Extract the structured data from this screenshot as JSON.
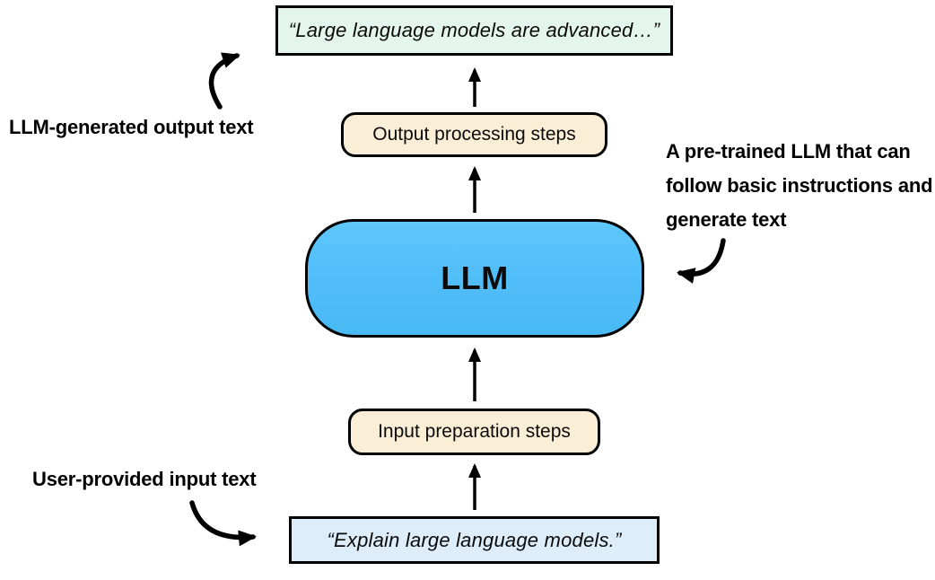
{
  "diagram": {
    "nodes": {
      "output_text": "“Large language models are advanced…”",
      "output_processing": "Output processing steps",
      "llm": "LLM",
      "input_preparation": "Input preparation steps",
      "input_text": "“Explain large language models.”"
    },
    "annotations": {
      "output_label": "LLM-generated output text",
      "input_label": "User-provided input text",
      "llm_description_lines": [
        "A pre-trained LLM that can",
        "follow basic instructions and",
        "generate text"
      ]
    },
    "colors": {
      "output_text_bg": "#e4f5eb",
      "process_box_bg": "#fbeed6",
      "llm_box_bg": "#52befa",
      "input_text_bg": "#ddeefa",
      "stroke": "#000000",
      "page_bg": "#ffffff"
    }
  }
}
